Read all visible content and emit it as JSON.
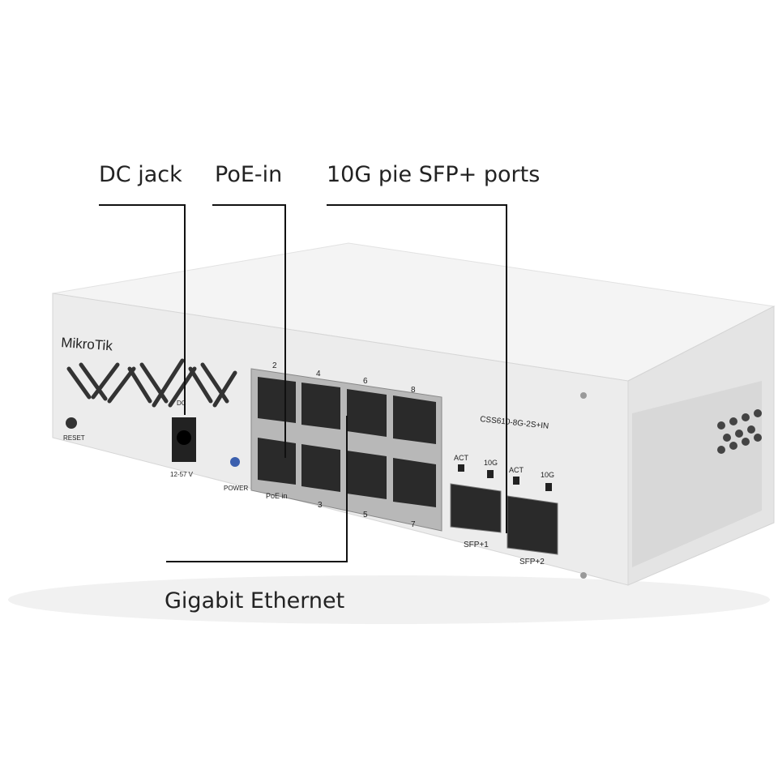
{
  "callouts": {
    "dc_jack": "DC jack",
    "poe_in": "PoE-in",
    "sfp_ports": "10G pie SFP+ ports",
    "gigabit": "Gigabit Ethernet"
  },
  "device": {
    "brand": "MikroTik",
    "model": "CSS610-8G-2S+IN",
    "reset_label": "RESET",
    "dc_label": "DC",
    "voltage_label": "12-57 V",
    "power_label": "POWER",
    "port_top_labels": [
      "2",
      "4",
      "6",
      "8"
    ],
    "port_bottom_labels": [
      "PoE in",
      "3",
      "5",
      "7"
    ],
    "sfp": [
      {
        "act": "ACT",
        "speed": "10G",
        "label": "SFP+1"
      },
      {
        "act": "ACT",
        "speed": "10G",
        "label": "SFP+2"
      }
    ],
    "power_led_color": "#3b5fae"
  }
}
